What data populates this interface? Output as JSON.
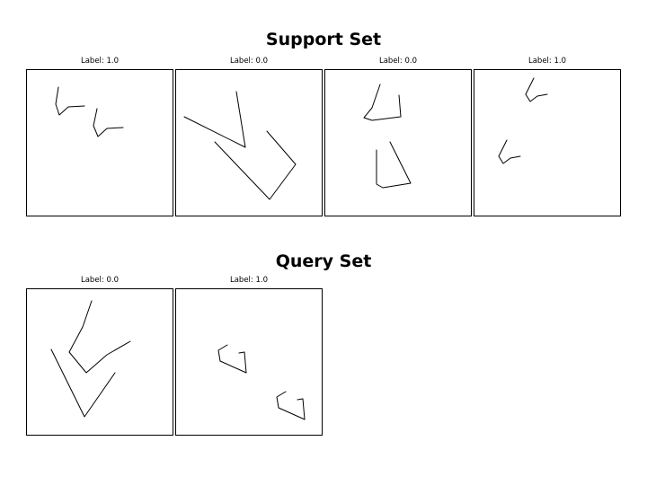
{
  "support_set": {
    "title": "Support Set",
    "panels": [
      {
        "label": "Label: 1.0"
      },
      {
        "label": "Label: 0.0"
      },
      {
        "label": "Label: 0.0"
      },
      {
        "label": "Label: 1.0"
      }
    ]
  },
  "query_set": {
    "title": "Query Set",
    "panels": [
      {
        "label": "Label: 0.0"
      },
      {
        "label": "Label: 1.0"
      }
    ]
  }
}
